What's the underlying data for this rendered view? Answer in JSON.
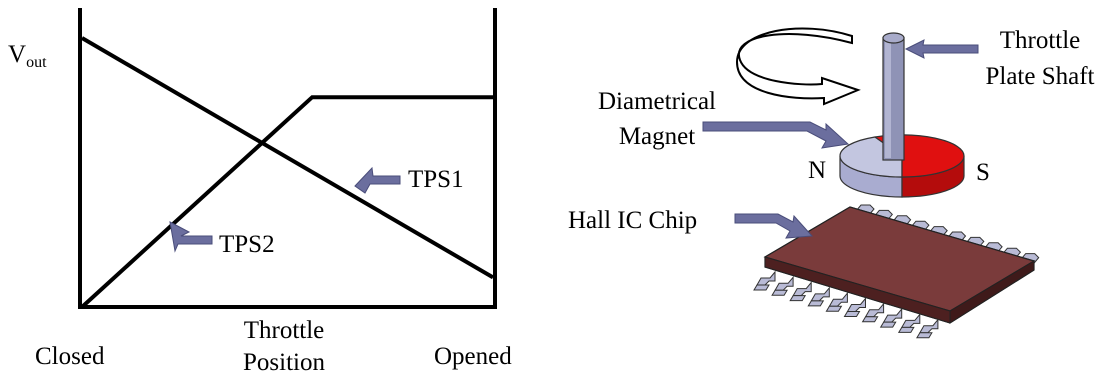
{
  "graph": {
    "y_label_main": "V",
    "y_label_sub": "out",
    "series_labels": [
      "TPS1",
      "TPS2"
    ],
    "x_left_label": "Closed",
    "x_title_line1": "Throttle",
    "x_title_line2": "Position",
    "x_right_label": "Opened"
  },
  "chart_data": {
    "type": "line",
    "x_categories": [
      "Closed",
      "Opened"
    ],
    "series": [
      {
        "name": "TPS1",
        "description_points": [
          [
            0,
            1.0
          ],
          [
            1,
            0.11
          ]
        ]
      },
      {
        "name": "TPS2",
        "description_points": [
          [
            0,
            0.0
          ],
          [
            0.56,
            0.78
          ],
          [
            1,
            0.78
          ]
        ]
      }
    ]
  },
  "sensor": {
    "shaft_label_line1": "Throttle",
    "shaft_label_line2": "Plate Shaft",
    "magnet_label_line1": "Diametrical",
    "magnet_label_line2": "Magnet",
    "pole_north": "N",
    "pole_south": "S",
    "chip_label": "Hall IC Chip"
  },
  "colors": {
    "line": "#000000",
    "pointer": "#6b6e9e",
    "magnet_north": "#c3c6e0",
    "magnet_south": "#e01010",
    "chip_body": "#7a3b3b",
    "chip_pins": "#b9bbd6",
    "shaft": "#8f93b6"
  }
}
